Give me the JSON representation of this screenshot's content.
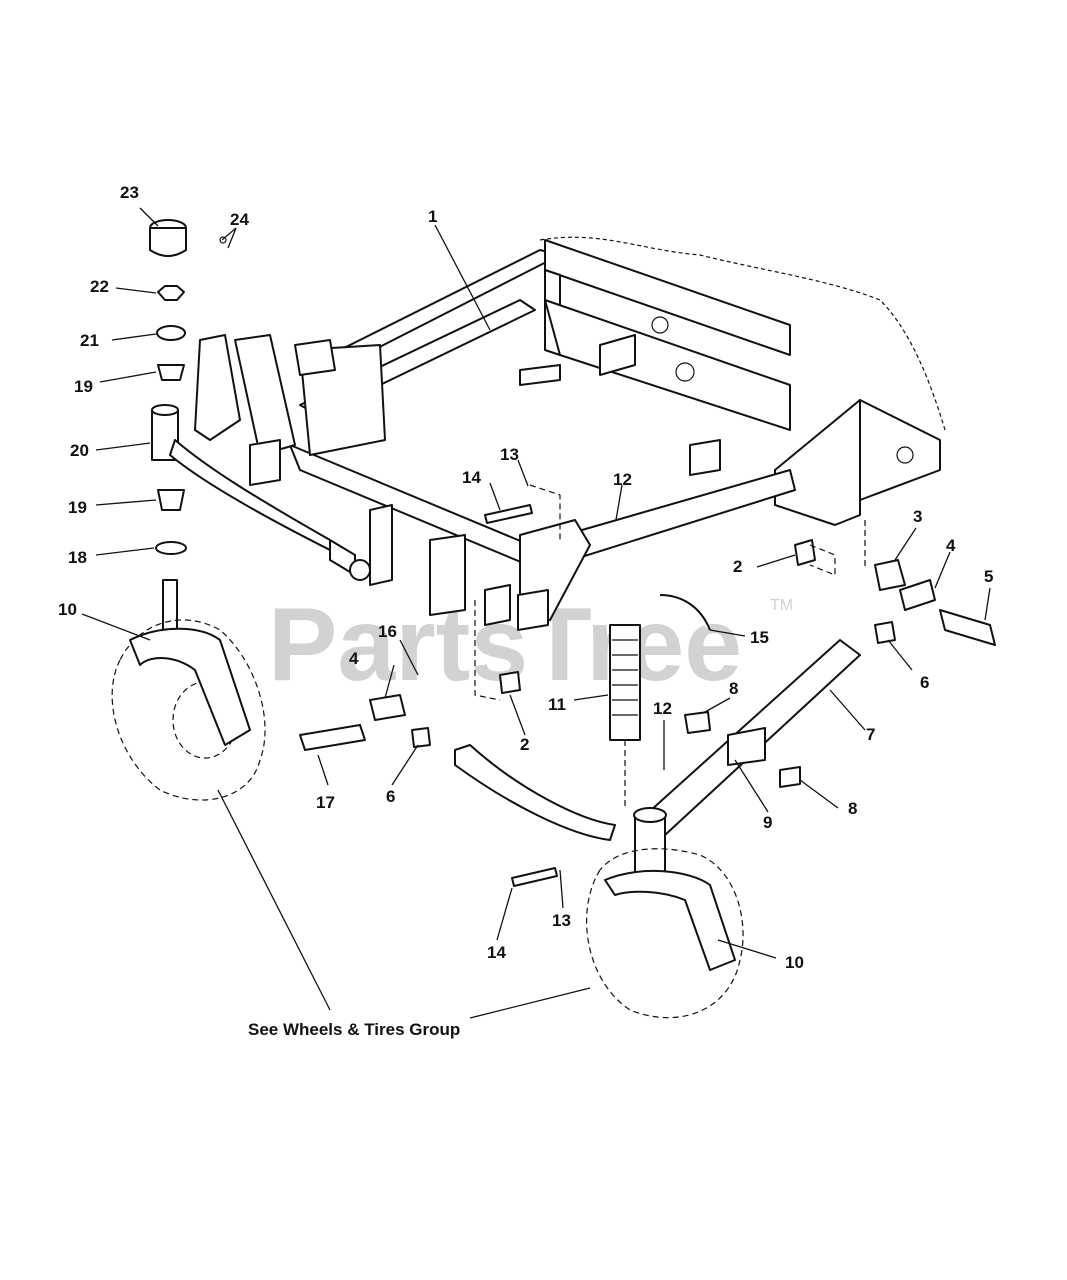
{
  "watermark": {
    "text": "PartsTree",
    "trademark": "TM"
  },
  "note": {
    "text": "See Wheels & Tires Group"
  },
  "callouts": {
    "c1": "1",
    "c2a": "2",
    "c2b": "2",
    "c3": "3",
    "c4a": "4",
    "c4b": "4",
    "c5": "5",
    "c6a": "6",
    "c6b": "6",
    "c7": "7",
    "c8a": "8",
    "c8b": "8",
    "c9": "9",
    "c10a": "10",
    "c10b": "10",
    "c11": "11",
    "c12a": "12",
    "c12b": "12",
    "c13a": "13",
    "c13b": "13",
    "c14a": "14",
    "c14b": "14",
    "c15": "15",
    "c16": "16",
    "c17": "17",
    "c18": "18",
    "c19a": "19",
    "c19b": "19",
    "c20": "20",
    "c21": "21",
    "c22": "22",
    "c23": "23",
    "c24": "24"
  }
}
